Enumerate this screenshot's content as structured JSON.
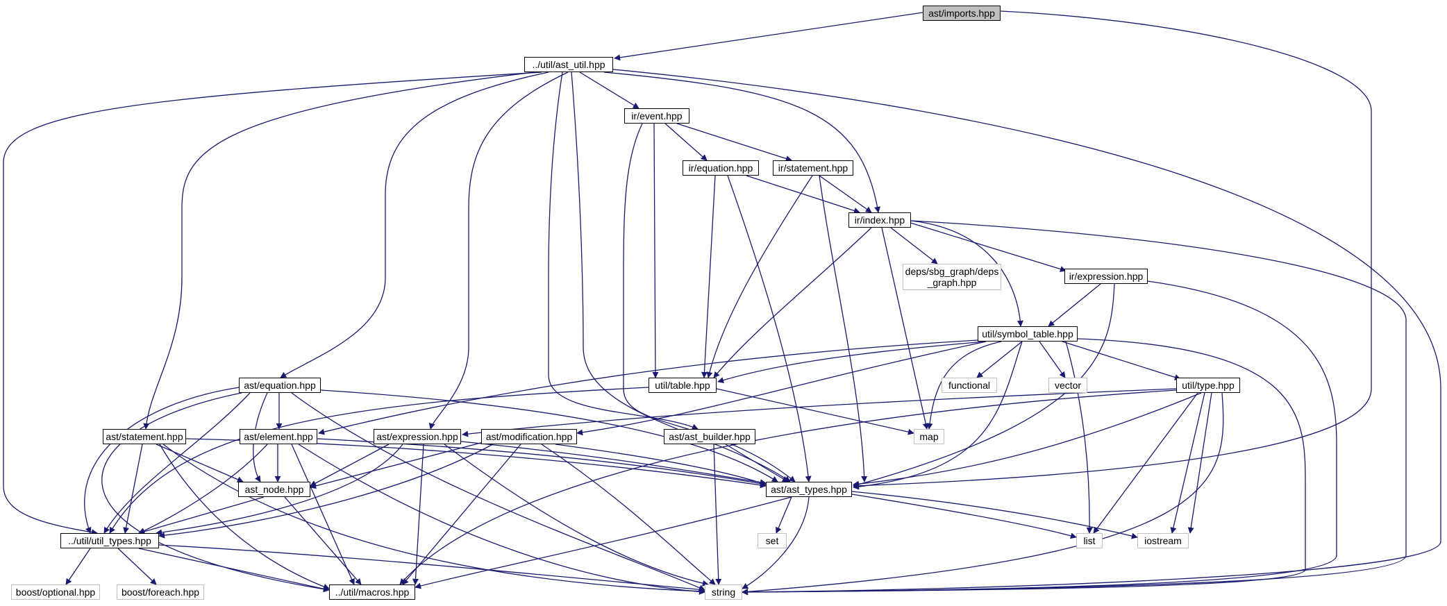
{
  "diagram": {
    "nodes": {
      "root": {
        "label": "ast/imports.hpp"
      },
      "ast_util": {
        "label": "../util/ast_util.hpp"
      },
      "ir_event": {
        "label": "ir/event.hpp"
      },
      "ir_equation": {
        "label": "ir/equation.hpp"
      },
      "ir_statement": {
        "label": "ir/statement.hpp"
      },
      "ir_index": {
        "label": "ir/index.hpp"
      },
      "deps_graph": {
        "label": "deps/sbg_graph/deps\n_graph.hpp"
      },
      "ir_expression": {
        "label": "ir/expression.hpp"
      },
      "symbol_table": {
        "label": "util/symbol_table.hpp"
      },
      "util_table": {
        "label": "util/table.hpp"
      },
      "functional": {
        "label": "functional"
      },
      "vector": {
        "label": "vector"
      },
      "util_type": {
        "label": "util/type.hpp"
      },
      "ast_equation": {
        "label": "ast/equation.hpp"
      },
      "ast_statement": {
        "label": "ast/statement.hpp"
      },
      "ast_element": {
        "label": "ast/element.hpp"
      },
      "ast_expression": {
        "label": "ast/expression.hpp"
      },
      "ast_modification": {
        "label": "ast/modification.hpp"
      },
      "ast_builder": {
        "label": "ast/ast_builder.hpp"
      },
      "map": {
        "label": "map"
      },
      "ast_node": {
        "label": "ast_node.hpp"
      },
      "ast_types": {
        "label": "ast/ast_types.hpp"
      },
      "util_types": {
        "label": "../util/util_types.hpp"
      },
      "set": {
        "label": "set"
      },
      "list": {
        "label": "list"
      },
      "iostream": {
        "label": "iostream"
      },
      "boost_optional": {
        "label": "boost/optional.hpp"
      },
      "boost_foreach": {
        "label": "boost/foreach.hpp"
      },
      "macros": {
        "label": "../util/macros.hpp"
      },
      "string": {
        "label": "string"
      }
    },
    "colors": {
      "edge": "#191970",
      "node_border": "#000000",
      "system_border": "#bfbfbf",
      "root_fill": "#bfbfbf"
    }
  }
}
